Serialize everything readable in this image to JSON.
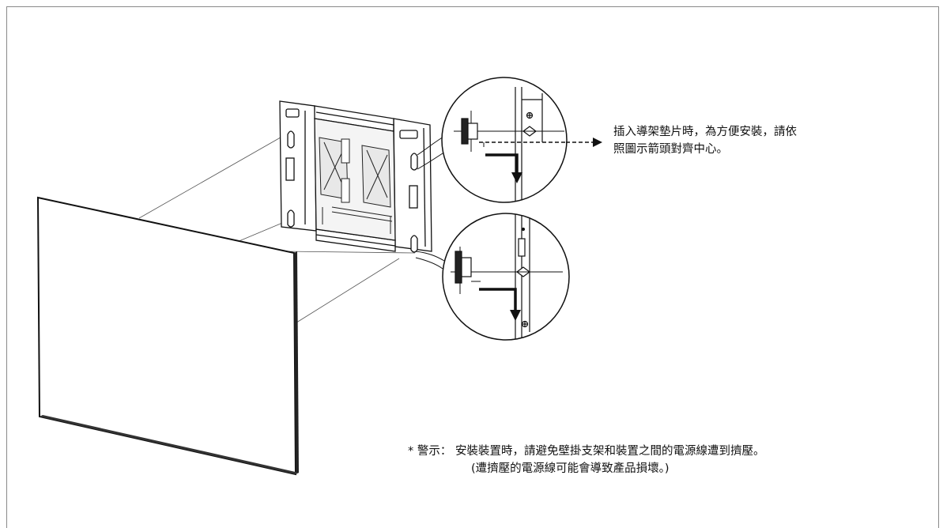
{
  "arrow_note": {
    "line1": "插入導架墊片時，為方便安裝，請依",
    "line2": "照圖示箭頭對齊中心。"
  },
  "warning": {
    "line1": "* 警示： 安裝裝置時，請避免壁掛支架和裝置之間的電源線遭到擠壓。",
    "line2": "(遭擠壓的電源線可能會導致產品損壞。)"
  },
  "colors": {
    "line": "#111111",
    "frame": "#8a8a8a",
    "background": "#ffffff"
  }
}
